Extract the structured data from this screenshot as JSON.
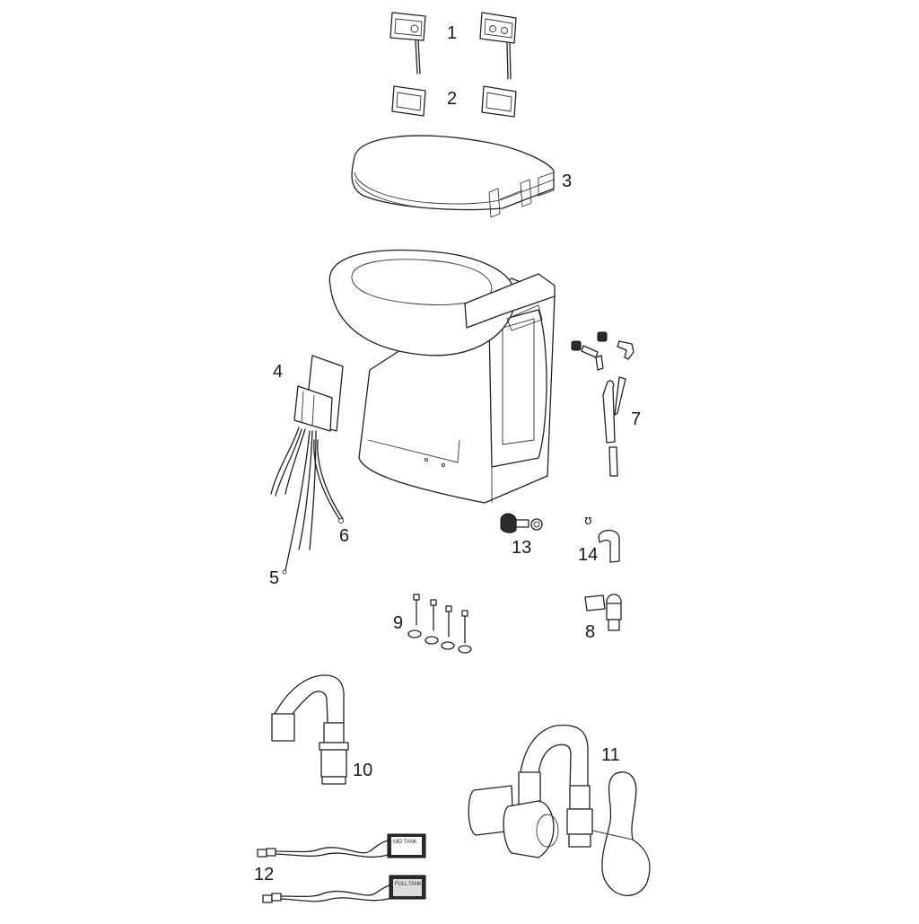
{
  "diagram": {
    "type": "exploded-parts-view",
    "subject": "electric marine toilet assembly",
    "background": "#ffffff",
    "line_color": "#222222"
  },
  "parts": [
    {
      "id": "1",
      "callout": "1",
      "description": "control panel with wiring (two variants: single button, dual button)"
    },
    {
      "id": "2",
      "callout": "2",
      "description": "panel cover frames (two)"
    },
    {
      "id": "3",
      "callout": "3",
      "description": "toilet seat and lid with hinges"
    },
    {
      "id": "4",
      "callout": "4",
      "description": "control box / electronics module"
    },
    {
      "id": "5",
      "callout": "5",
      "description": "wiring harness lead"
    },
    {
      "id": "6",
      "callout": "6",
      "description": "wiring harness lead"
    },
    {
      "id": "7",
      "callout": "7",
      "description": "Y-hose with elbow fittings, plugs and hose nipple"
    },
    {
      "id": "8",
      "callout": "8",
      "description": "valve with clamp and threaded outlet"
    },
    {
      "id": "9",
      "callout": "9",
      "description": "mounting bolts (4) with washers"
    },
    {
      "id": "10",
      "callout": "10",
      "description": "flush hose with connector"
    },
    {
      "id": "11",
      "callout": "11",
      "description": "pump assembly with hose"
    },
    {
      "id": "12",
      "callout": "12",
      "description": "tank level sensors (two)"
    },
    {
      "id": "13",
      "callout": "13",
      "description": "fitting with nut"
    },
    {
      "id": "14",
      "callout": "14",
      "description": "elbow hose with clamp"
    }
  ],
  "tank_sensors": {
    "mid_label": "MID TANK",
    "full_label": "FULL TANK"
  }
}
